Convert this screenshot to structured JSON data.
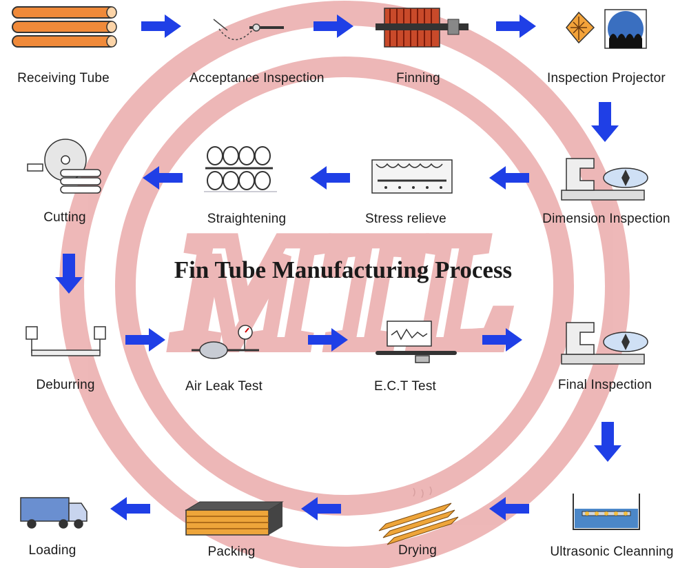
{
  "title": "Fin Tube Manufacturing Process",
  "watermark": {
    "text": "MTL",
    "color": "#e8a0a0"
  },
  "colors": {
    "arrow": "#1f3fe6",
    "tube": "#e07a2a",
    "outline": "#222222"
  },
  "steps": [
    {
      "label": "Receiving Tube",
      "icon": "receiving-tube-icon"
    },
    {
      "label": "Acceptance Inspection",
      "icon": "acceptance-inspection-icon"
    },
    {
      "label": "Finning",
      "icon": "finning-icon"
    },
    {
      "label": "Inspection Projector",
      "icon": "inspection-projector-icon"
    },
    {
      "label": "Dimension Inspection",
      "icon": "dimension-inspection-icon"
    },
    {
      "label": "Stress relieve",
      "icon": "stress-relieve-icon"
    },
    {
      "label": "Straightening",
      "icon": "straightening-icon"
    },
    {
      "label": "Cutting",
      "icon": "cutting-icon"
    },
    {
      "label": "Deburring",
      "icon": "deburring-icon"
    },
    {
      "label": "Air Leak Test",
      "icon": "air-leak-test-icon"
    },
    {
      "label": "E.C.T Test",
      "icon": "ect-test-icon"
    },
    {
      "label": "Final Inspection",
      "icon": "final-inspection-icon"
    },
    {
      "label": "Ultrasonic Cleanning",
      "icon": "ultrasonic-cleaning-icon"
    },
    {
      "label": "Drying",
      "icon": "drying-icon"
    },
    {
      "label": "Packing",
      "icon": "packing-icon"
    },
    {
      "label": "Loading",
      "icon": "loading-truck-icon"
    }
  ]
}
